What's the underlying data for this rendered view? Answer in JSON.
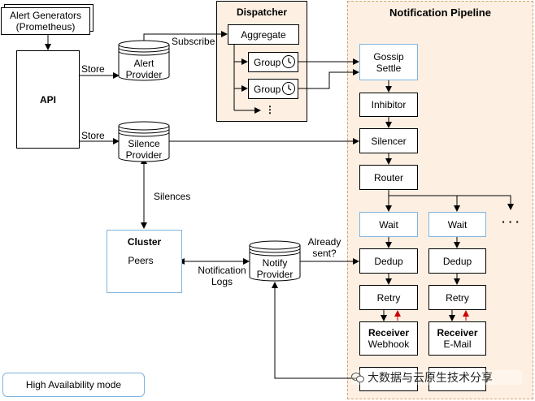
{
  "alert_generators": {
    "line1": "Alert Generators",
    "line2": "(Prometheus)"
  },
  "api": "API",
  "alert_provider": {
    "line1": "Alert",
    "line2": "Provider"
  },
  "silence_provider": {
    "line1": "Silence",
    "line2": "Provider"
  },
  "notify_provider": {
    "line1": "Notify",
    "line2": "Provider"
  },
  "dispatcher": {
    "title": "Dispatcher",
    "aggregate": "Aggregate",
    "group": "Group",
    "more": "⋮"
  },
  "pipeline": {
    "title": "Notification Pipeline",
    "gossip": {
      "line1": "Gossip",
      "line2": "Settle"
    },
    "inhibitor": "Inhibitor",
    "silencer": "Silencer",
    "router": "Router",
    "wait": "Wait",
    "dedup": "Dedup",
    "retry": "Retry",
    "receiver": "Receiver",
    "webhook": "Webhook",
    "email": "E-Mail",
    "more": "· · ·"
  },
  "cluster": {
    "title": "Cluster",
    "peers": "Peers"
  },
  "edges": {
    "store1": "Store",
    "store2": "Store",
    "subscribe": "Subscribe",
    "silences": "Silences",
    "notification_logs": {
      "line1": "Notification",
      "line2": "Logs"
    },
    "already_sent": {
      "line1": "Already",
      "line2": "sent?"
    }
  },
  "ha_mode": "High Availability mode",
  "watermark": "大数据与云原生技术分享",
  "colors": {
    "pipeline_bg": "#fdf0e2",
    "pipeline_border": "#d6a16a",
    "accent_blue": "#7fb4e0",
    "feedback_arrow": "#cc0000"
  }
}
